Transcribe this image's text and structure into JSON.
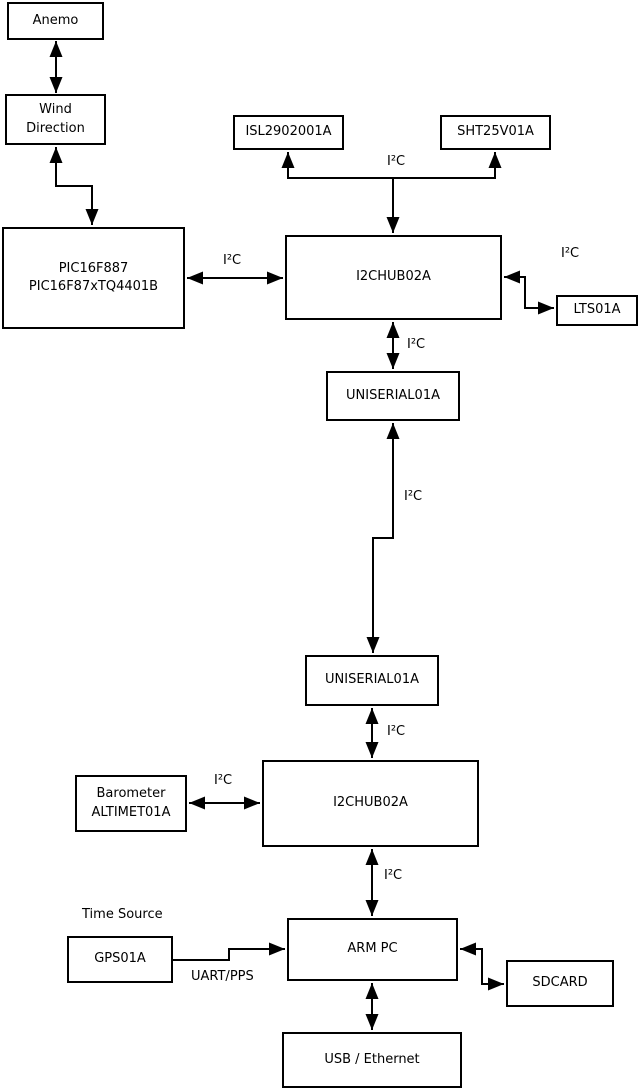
{
  "diagram": {
    "background": "#ffffff",
    "line_color": "#000000",
    "text_color": "#000000",
    "nodes": {
      "anemo": {
        "label": "Anemo"
      },
      "wind_direction": {
        "label": "Wind\nDirection"
      },
      "pic": {
        "label": "PIC16F887\nPIC16F87xTQ4401B"
      },
      "isl": {
        "label": "ISL2902001A"
      },
      "sht": {
        "label": "SHT25V01A"
      },
      "hub_upper": {
        "label": "I2CHUB02A"
      },
      "lts": {
        "label": "LTS01A"
      },
      "uniserial_upper": {
        "label": "UNISERIAL01A"
      },
      "uniserial_lower": {
        "label": "UNISERIAL01A"
      },
      "hub_lower": {
        "label": "I2CHUB02A"
      },
      "barometer": {
        "label": "Barometer\nALTIMET01A"
      },
      "gps": {
        "label": "GPS01A"
      },
      "arm_pc": {
        "label": "ARM PC"
      },
      "sdcard": {
        "label": "SDCARD"
      },
      "usb_ethernet": {
        "label": "USB / Ethernet"
      }
    },
    "edge_labels": {
      "i2c_pic_hub": "I²C",
      "i2c_sensors": "I²C",
      "i2c_lts": "I²C",
      "i2c_hub_uniserial": "I²C",
      "i2c_long_link": "I²C",
      "i2c_uniserial_hub": "I²C",
      "i2c_barometer": "I²C",
      "i2c_hub_armpc": "I²C",
      "time_source": "Time Source",
      "uart_pps": "UART/PPS"
    },
    "edges": [
      {
        "from": "anemo",
        "to": "wind_direction",
        "direction": "bidirectional"
      },
      {
        "from": "wind_direction",
        "to": "pic",
        "direction": "bidirectional"
      },
      {
        "from": "pic",
        "to": "hub_upper",
        "direction": "bidirectional",
        "label": "I²C"
      },
      {
        "from": "hub_upper",
        "to": "isl",
        "direction": "to",
        "label": "I²C"
      },
      {
        "from": "hub_upper",
        "to": "sht",
        "direction": "to",
        "label": "I²C"
      },
      {
        "from": "hub_upper",
        "to": "lts",
        "direction": "bidirectional",
        "label": "I²C"
      },
      {
        "from": "hub_upper",
        "to": "uniserial_upper",
        "direction": "bidirectional",
        "label": "I²C"
      },
      {
        "from": "uniserial_upper",
        "to": "uniserial_lower",
        "direction": "bidirectional",
        "label": "I²C"
      },
      {
        "from": "uniserial_lower",
        "to": "hub_lower",
        "direction": "bidirectional",
        "label": "I²C"
      },
      {
        "from": "barometer",
        "to": "hub_lower",
        "direction": "bidirectional",
        "label": "I²C"
      },
      {
        "from": "hub_lower",
        "to": "arm_pc",
        "direction": "bidirectional",
        "label": "I²C"
      },
      {
        "from": "gps",
        "to": "arm_pc",
        "direction": "to",
        "label": "UART/PPS"
      },
      {
        "from": "arm_pc",
        "to": "sdcard",
        "direction": "bidirectional"
      },
      {
        "from": "arm_pc",
        "to": "usb_ethernet",
        "direction": "bidirectional"
      }
    ]
  }
}
